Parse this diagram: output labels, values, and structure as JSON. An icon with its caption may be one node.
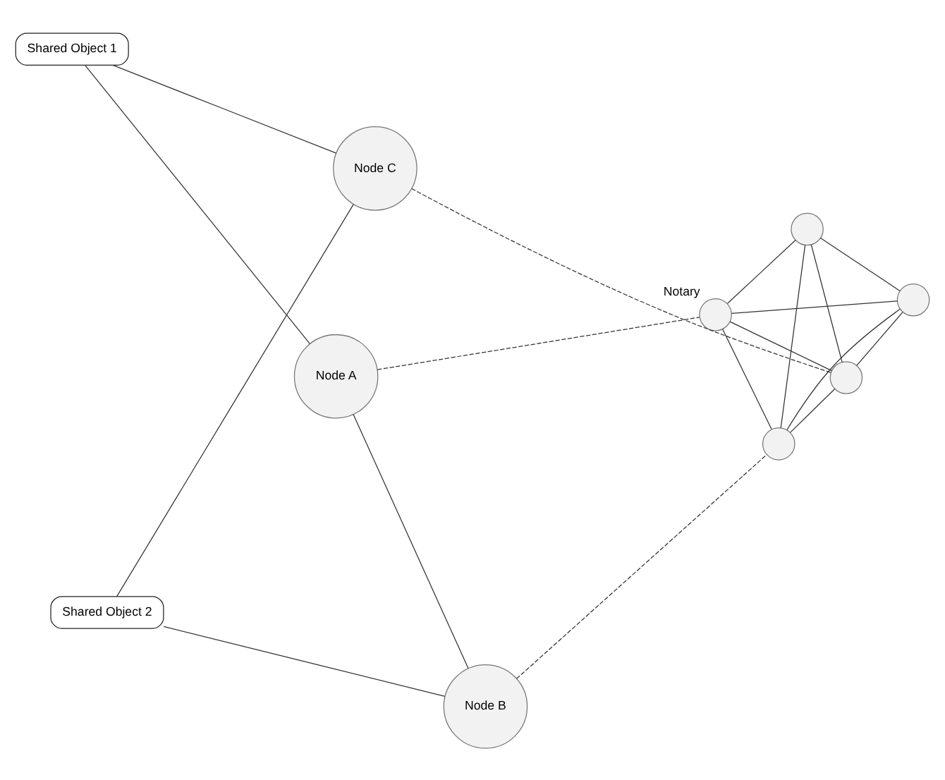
{
  "diagram": {
    "nodes": [
      {
        "text": [
          "Node A"
        ]
      },
      {
        "text": [
          "Shared Object 1"
        ]
      },
      {
        "text": [],
        "shape": "circle",
        "beside": [
          "Notary"
        ]
      },
      {
        "text": [
          "Node C"
        ]
      },
      {
        "text": [],
        "shape": "circle"
      },
      {
        "text": [],
        "shape": "circle"
      },
      {
        "text": [],
        "shape": "circle"
      },
      {
        "text": [],
        "shape": "circle"
      },
      {
        "text": [
          "Shared Object 2"
        ]
      },
      {
        "text": [
          "Node B"
        ]
      }
    ],
    "edges": [
      {
        "from": 3,
        "to": 1,
        "arrow": "none"
      },
      {
        "from": 1,
        "to": 0,
        "arrow": "none"
      },
      {
        "from": 0,
        "to": 9,
        "arrow": "none"
      },
      {
        "from": 3,
        "to": 8,
        "arrow": "none"
      },
      {
        "from": 8,
        "to": 9,
        "arrow": "none"
      },
      {
        "from": 0,
        "to": 2,
        "arrow": "none",
        "style": "dashed"
      },
      {
        "from": 3,
        "to": 4,
        "arrow": "none",
        "style": "dashed"
      },
      {
        "from": 9,
        "to": 7,
        "arrow": "none",
        "style": "dashed"
      },
      {
        "from": 2,
        "to": 4,
        "arrow": "none"
      },
      {
        "from": 2,
        "to": 5,
        "arrow": "none"
      },
      {
        "from": 2,
        "to": 6,
        "arrow": "none"
      },
      {
        "from": 2,
        "to": 7,
        "arrow": "none"
      },
      {
        "from": 4,
        "to": 5,
        "arrow": "none"
      },
      {
        "from": 4,
        "to": 6,
        "arrow": "none"
      },
      {
        "from": 4,
        "to": 7,
        "arrow": "none"
      },
      {
        "from": 5,
        "to": 6,
        "arrow": "none"
      },
      {
        "from": 5,
        "to": 7,
        "arrow": "none"
      },
      {
        "from": 6,
        "to": 7,
        "arrow": "none"
      }
    ]
  }
}
